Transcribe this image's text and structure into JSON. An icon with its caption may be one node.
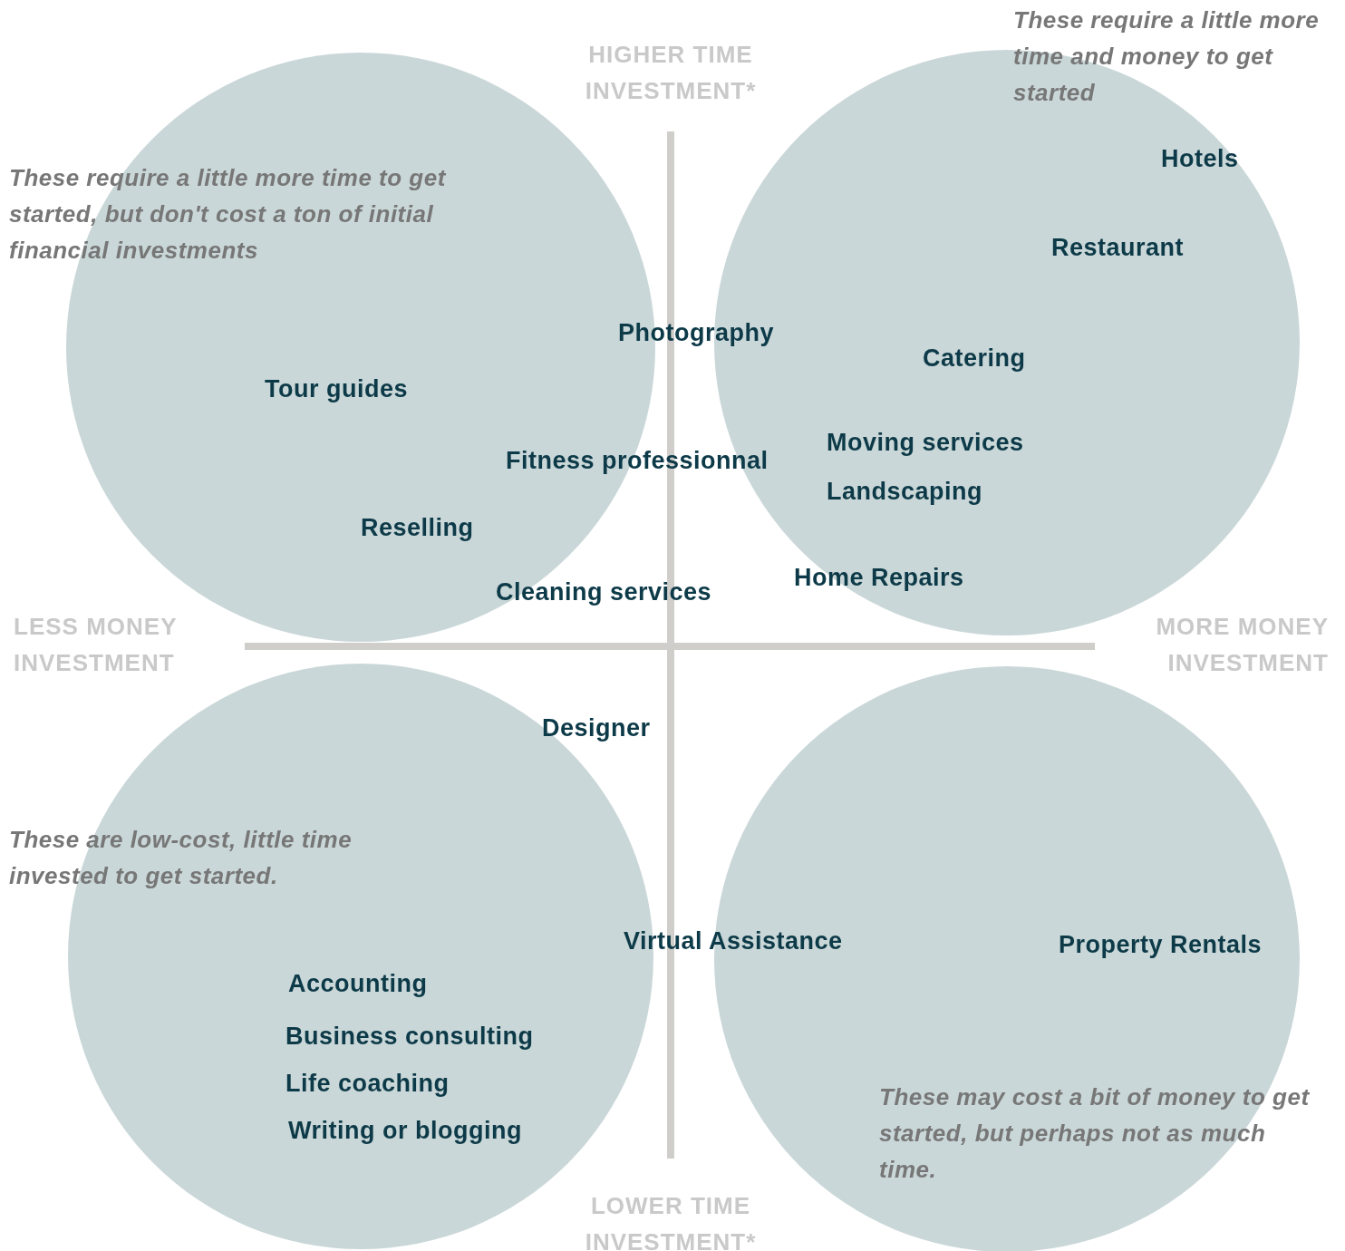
{
  "diagram": {
    "nodes": [
      {
        "text": [],
        "shape": "circle"
      },
      {
        "text": [],
        "shape": "circle"
      },
      {
        "text": [],
        "shape": "circle"
      },
      {
        "text": [],
        "shape": "circle"
      }
    ],
    "labels": [
      "These require a little more time and money to get started",
      "HIGHER TIME INVESTMENT*",
      "Hotels",
      "These require a little more time to get started, but don't cost a ton of initial financial investments",
      "Restaurant",
      "Photography",
      "Catering",
      "Tour guides",
      "Moving services",
      "Fitness professionnal",
      "Landscaping",
      "Reselling",
      "Home Repairs",
      "Cleaning services",
      "LESS MONEY INVESTMENT",
      "MORE MONEY INVESTMENT",
      "Designer",
      "These are low-cost, little time invested to get started.",
      "Virtual Assistance",
      "Property Rentals",
      "Accounting",
      "Business consulting",
      "Life coaching",
      "These may cost a bit of money to get started, but perhaps not as much time.",
      "Writing or blogging",
      "LOWER TIME INVESTMENT*"
    ]
  }
}
